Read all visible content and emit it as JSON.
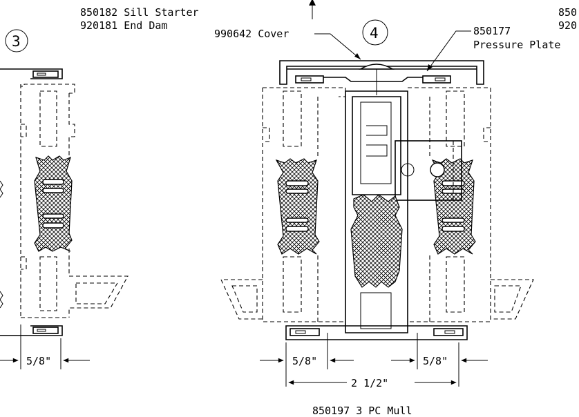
{
  "labels": {
    "sill_starter": "850182 Sill Starter",
    "end_dam": "920181 End Dam",
    "cover": "990642 Cover",
    "pressure_plate_part": "850177",
    "pressure_plate_name": "Pressure Plate",
    "clipped_right_1": "850",
    "clipped_right_2": "920",
    "mull": "850197 3 PC Mull"
  },
  "callouts": {
    "left_detail": "3",
    "center_detail": "4"
  },
  "dimensions": {
    "left_offset": "5/8\"",
    "center_left_offset": "5/8\"",
    "center_right_offset": "5/8\"",
    "overall_width": "2 1/2\""
  }
}
